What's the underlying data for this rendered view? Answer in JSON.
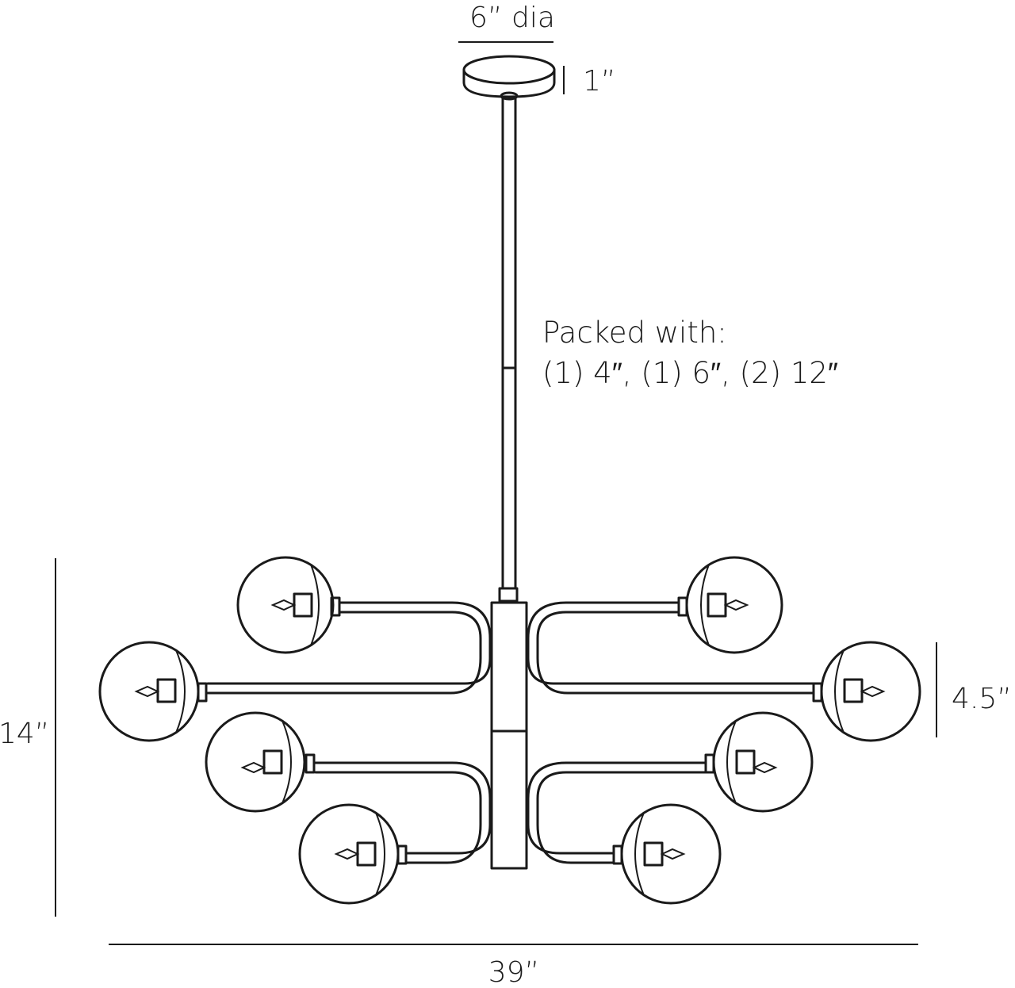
{
  "diagram": {
    "canopy_diameter": "6” dia",
    "canopy_height": "1”",
    "packed_heading": "Packed with:",
    "packed_rods": "(1) 4″, (1) 6″, (2) 12″",
    "shade_height": "4.5”",
    "body_height": "14”",
    "overall_width": "39”"
  },
  "colors": {
    "line": "#1a1a1a",
    "background": "#ffffff"
  },
  "fixture": {
    "type": "8-light globe chandelier",
    "globes": 8
  }
}
